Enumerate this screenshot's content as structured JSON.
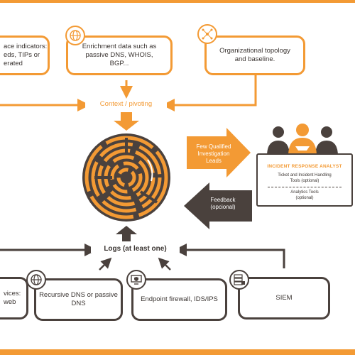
{
  "sources_top": {
    "intelligence": "ace indicators:\neds, TIPs or\nerated",
    "enrichment": "Enrichment data such as\npassive DNS, WHOIS,\nBGP...",
    "topology": "Organizational topology\nand baseline."
  },
  "context_label": "Context / pivoting",
  "few_leads_label": "Few Qualified\nInvestigation\nLeads",
  "feedback_label": "Feedback\n(opcional)",
  "analyst": {
    "title": "INCIDENT RESPONSE ANALYST",
    "ticket_line1": "Ticket and Incident Handling",
    "ticket_line2": "Tools (optional)",
    "analytics_line1": "Analytics Tools",
    "analytics_line2": "(optional)"
  },
  "logs_label": "Logs (at least one)",
  "sources_bottom": {
    "services": "vices:\nweb",
    "dns": "Recursive DNS or passive\nDNS",
    "firewall": "Endpoint firewall, IDS/IPS",
    "siem": "SIEM"
  },
  "icons": [
    "globe-icon",
    "network-icon",
    "monitor-shield-icon",
    "server-lock-icon"
  ],
  "colors": {
    "accent": "#f39a34",
    "dark": "#4a413d"
  }
}
